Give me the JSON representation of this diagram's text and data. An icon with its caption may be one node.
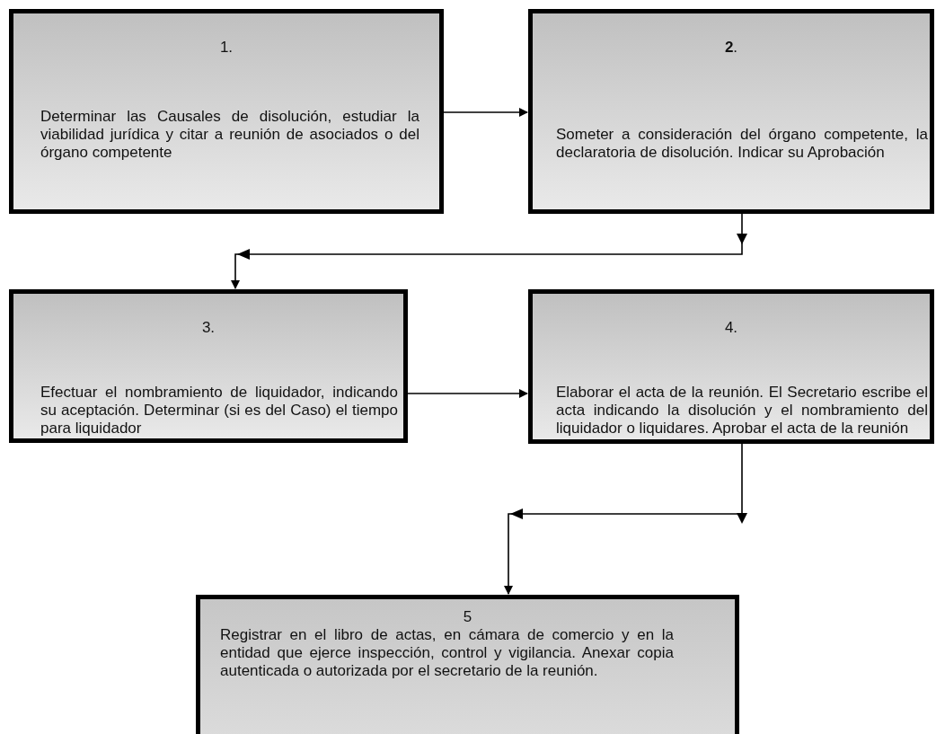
{
  "diagram": {
    "nodes": [
      {
        "text": [
          "1.",
          "Determinar las Causales de disolución, estudiar la viabilidad jurídica y citar a reunión de asociados o del órgano competente"
        ]
      },
      {
        "text": [
          "**2**.",
          "Someter a consideración  del órgano competente, la declaratoria de disolución. Indicar su Aprobación"
        ]
      },
      {
        "text": [
          "3.",
          "Efectuar el nombramiento de liquidador, indicando su aceptación.  Determinar (si es del Caso) el tiempo para  liquidador"
        ]
      },
      {
        "text": [
          "4.",
          "Elaborar el acta de la reunión.  El Secretario escribe el acta indicando la disolución y el nombramiento del liquidador o liquidares. Aprobar el acta de la reunión"
        ]
      },
      {
        "text": [
          "5",
          "Registrar en el libro de actas, en cámara de comercio  y en la entidad  que ejerce inspección, control y vigilancia. Anexar  copia autenticada o autorizada  por el secretario de la reunión."
        ]
      }
    ],
    "edges": [
      {
        "from": 0,
        "to": 1,
        "arrow": "to"
      },
      {
        "from": 1,
        "to": 2,
        "arrow": "to"
      },
      {
        "from": 2,
        "to": 3,
        "arrow": "to"
      },
      {
        "from": 3,
        "to": 4,
        "arrow": "to"
      }
    ]
  }
}
